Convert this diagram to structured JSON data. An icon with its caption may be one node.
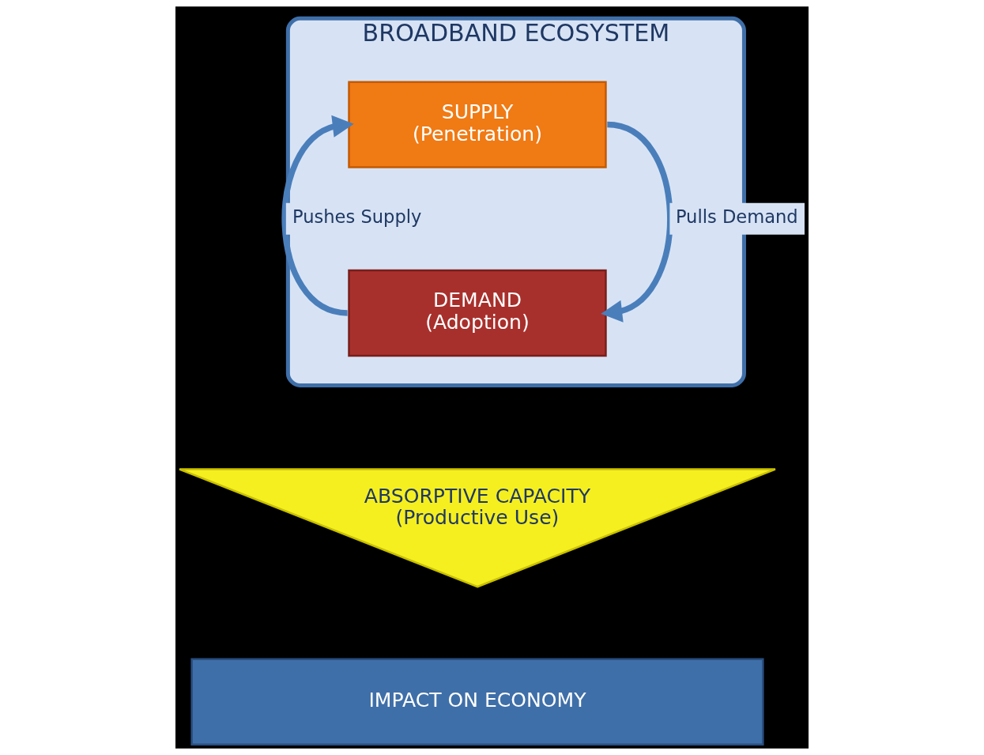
{
  "diagram": {
    "nodes": [
      {
        "text": [
          "BROADBAND ECOSYSTEM"
        ]
      },
      {
        "text": [
          "SUPPLY",
          "(Penetration)"
        ],
        "in": 0
      },
      {
        "text": [
          "DEMAND",
          "(Adoption)"
        ],
        "in": 0
      },
      {
        "text": [
          "ABSORPTIVE CAPACITY",
          "(Productive Use)"
        ]
      },
      {
        "text": [
          "IMPACT ON ECONOMY"
        ]
      }
    ],
    "edges": [
      {
        "from": 1,
        "to": 2,
        "arrow": "to",
        "label": "Pulls Demand"
      },
      {
        "from": 2,
        "to": 1,
        "arrow": "to",
        "label": "Pushes Supply"
      }
    ]
  }
}
